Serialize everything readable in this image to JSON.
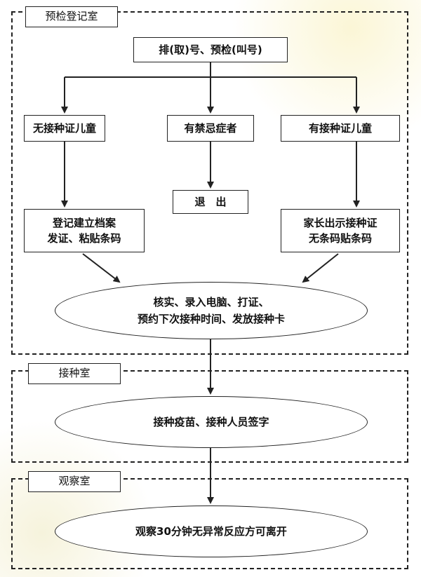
{
  "rooms": {
    "precheck": "预检登记室",
    "vaccination": "接种室",
    "observation": "观察室"
  },
  "nodes": {
    "queue": "排(取)号、预检(叫号)",
    "no_cert": "无接种证儿童",
    "contraindication": "有禁忌症者",
    "has_cert": "有接种证儿童",
    "exit": "退　出",
    "register_line1": "登记建立档案",
    "register_line2": "发证、粘贴条码",
    "show_cert_line1": "家长出示接种证",
    "show_cert_line2": "无条码贴条码",
    "verify_line1": "核实、录入电脑、打证、",
    "verify_line2": "预约下次接种时间、发放接种卡",
    "vaccinate": "接种疫苗、接种人员签字",
    "observe": "观察30分钟无异常反应方可离开"
  }
}
